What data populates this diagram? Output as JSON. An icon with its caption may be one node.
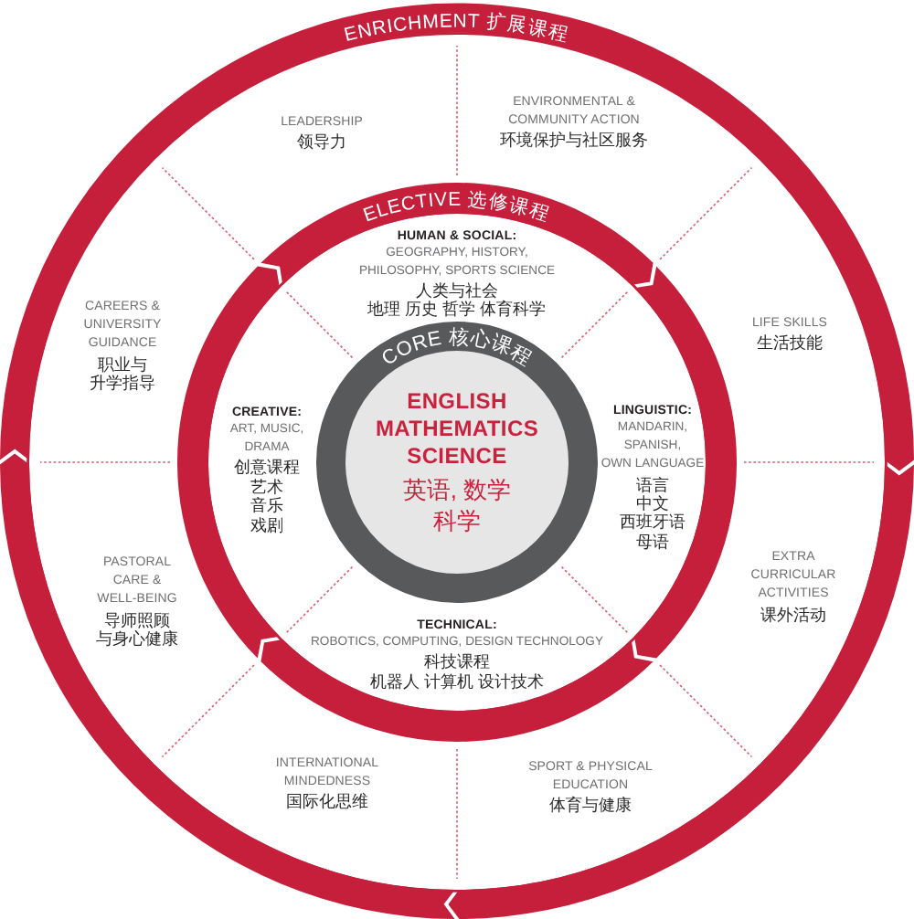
{
  "diagram": {
    "nodes": [
      {
        "text": [
          "ENRICHMENT 扩展课程"
        ]
      },
      {
        "text": [
          "LEADERSHIP",
          "领导力"
        ],
        "in": 0
      },
      {
        "text": [
          "ENVIRONMENTAL & COMMUNITY ACTION",
          "环境保护与社区服务"
        ],
        "in": 0
      },
      {
        "text": [
          "ELECTIVE 选修课程"
        ],
        "in": 0
      },
      {
        "text": [
          "HUMAN & SOCIAL:",
          "GEOGRAPHY, HISTORY, PHILOSOPHY, SPORTS SCIENCE",
          "人类与社会",
          "地理 历史 哲学 体育科学"
        ],
        "in": 3
      },
      {
        "text": [
          "CAREERS & UNIVERSITY GUIDANCE",
          "职业与升学指导"
        ],
        "in": 0
      },
      {
        "text": [
          "LIFE SKILLS",
          "生活技能"
        ],
        "in": 0
      },
      {
        "text": [
          "CORE 核心课程",
          "ENGLISH MATHEMATICS SCIENCE",
          "英语, 数学科学"
        ],
        "in": 3
      },
      {
        "text": [
          "CREATIVE:",
          "ART, MUSIC, DRAMA",
          "创意课程",
          "艺术音乐戏剧"
        ],
        "in": 3
      },
      {
        "text": [
          "LINGUISTIC:",
          "MANDARIN, SPANISH, OWN LANGUAGE",
          "语言",
          "中文西班牙语母语"
        ],
        "in": 3
      },
      {
        "text": [
          "TECHNICAL:",
          "ROBOTICS, COMPUTING, DESIGN TECHNOLOGY",
          "科技课程",
          "机器人 计算机 设计技术"
        ],
        "in": 3
      },
      {
        "text": [
          "PASTORAL CARE & WELL-BEING",
          "导师照顾与身心健康"
        ],
        "in": 0
      },
      {
        "text": [
          "EXTRA CURRICULAR ACTIVITIES",
          "课外活动"
        ],
        "in": 0
      },
      {
        "text": [
          "INTERNATIONAL MINDEDNESS",
          "国际化思维"
        ],
        "in": 0
      },
      {
        "text": [
          "SPORT & PHYSICAL EDUCATION",
          "体育与健康"
        ],
        "in": 0
      }
    ]
  }
}
